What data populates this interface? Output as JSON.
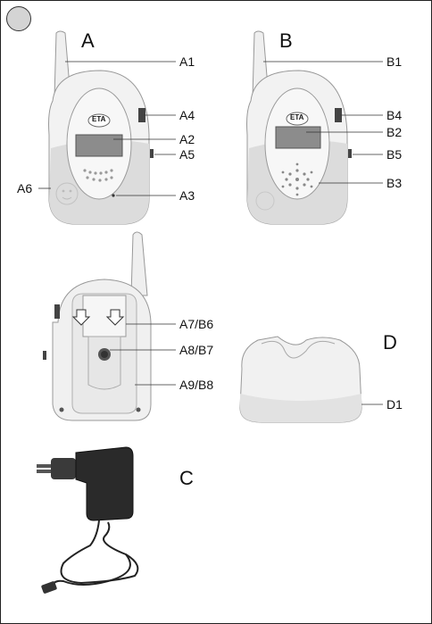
{
  "section_letters": {
    "A": "A",
    "B": "B",
    "C": "C",
    "D": "D"
  },
  "labels": {
    "a1": "A1",
    "a2": "A2",
    "a3": "A3",
    "a4": "A4",
    "a5": "A5",
    "a6": "A6",
    "b1": "B1",
    "b2": "B2",
    "b3": "B3",
    "b4": "B4",
    "b5": "B5",
    "ab6": "A7/B6",
    "ab7": "A8/B7",
    "ab8": "A9/B8",
    "d1": "D1"
  },
  "logo_text": "ETA",
  "colors": {
    "device": "#eeeeee",
    "lower": "#d9d9d9",
    "display": "#8c8c8c",
    "adapter": "#2a2a2a",
    "badge": "#d4d4d4"
  }
}
